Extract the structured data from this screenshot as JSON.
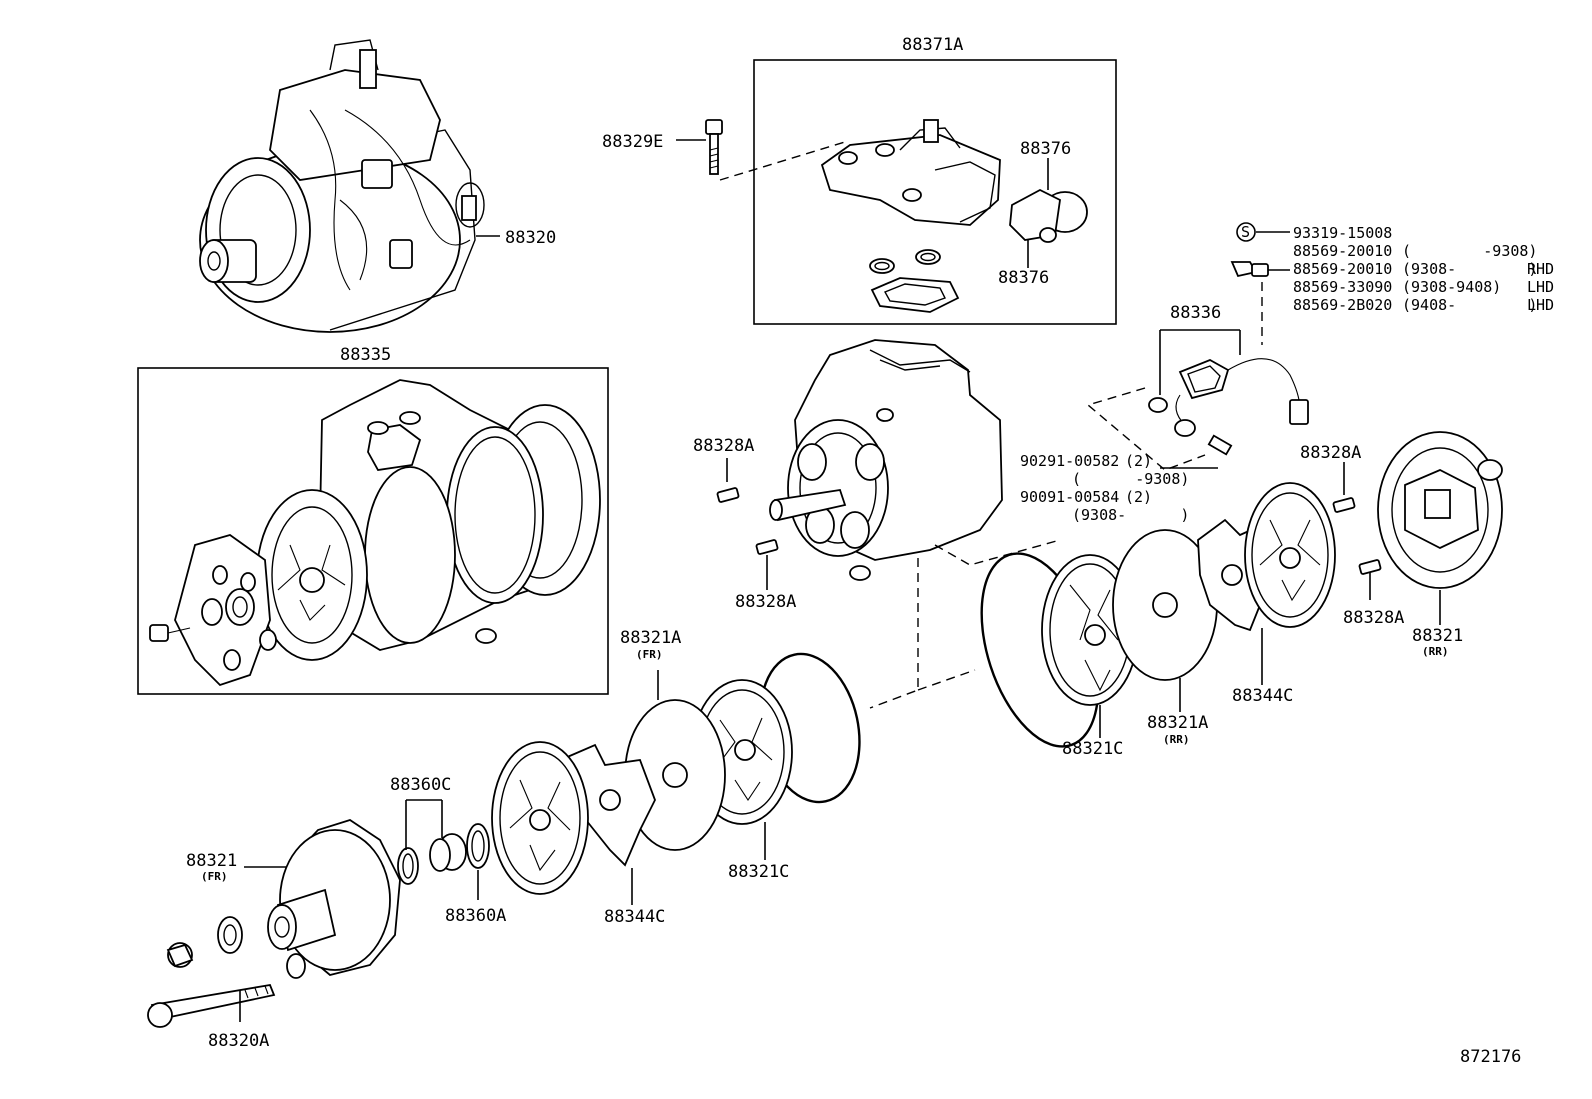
{
  "labels": {
    "compressor_assy": "88320",
    "body_kit": "88371A",
    "bolt_e": "88329E",
    "valve_a": "88376",
    "valve_b": "88376",
    "clutch_kit": "88335",
    "harness": "88336",
    "screw_symbol": "S",
    "pin_upper_left": "88328A",
    "pin_lower_left": "88328A",
    "pin_upper_right": "88328A",
    "pin_lower_right": "88328A",
    "housing_rear": "88321",
    "housing_rear_sub": "(RR)",
    "plate_rear": "88321A",
    "plate_rear_sub": "(RR)",
    "valve_rear": "88344C",
    "cyl_rear": "88321C",
    "plate_front": "88321A",
    "plate_front_sub": "(FR)",
    "cyl_front": "88321C",
    "valve_front": "88344C",
    "seal_c": "88360C",
    "seal_a": "88360A",
    "housing_front": "88321",
    "housing_front_sub": "(FR)",
    "through_bolt": "88320A",
    "diagram_id": "872176"
  },
  "part_numbers": [
    {
      "pn": "93319-15008",
      "range": "",
      "market": ""
    },
    {
      "pn": "88569-20010",
      "range": "(        -9308)",
      "market": ""
    },
    {
      "pn": "88569-20010",
      "range": "(9308-        )",
      "market": "RHD"
    },
    {
      "pn": "88569-33090",
      "range": "(9308-9408)",
      "market": "LHD"
    },
    {
      "pn": "88569-2B020",
      "range": "(9408-        )",
      "market": "LHD"
    }
  ],
  "bolts": [
    {
      "pn": "90291-00582",
      "qty": "(2)",
      "range": "(      -9308)"
    },
    {
      "pn": "90091-00584",
      "qty": "(2)",
      "range": "(9308-      )"
    }
  ]
}
